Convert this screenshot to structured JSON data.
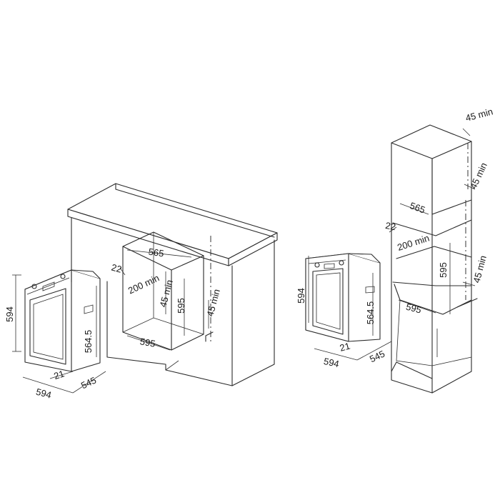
{
  "left_installation": {
    "oven_dimensions": {
      "height": "594",
      "width": "594",
      "depth": "545",
      "front_panel": "21",
      "body_height": "564.5"
    },
    "cabinet_cutout": {
      "width_top": "565",
      "rear_gap": "22",
      "clearance_200": "200 min",
      "clearance_45_inner": "45 min",
      "height": "595",
      "clearance_45_outer": "45 min",
      "width_bottom": "595"
    }
  },
  "right_installation": {
    "oven_dimensions": {
      "height": "594",
      "width": "594",
      "depth": "545",
      "front_panel": "21",
      "body_height": "564.5"
    },
    "column_cutout": {
      "clearance_top_45": "45 min",
      "clearance_back_45": "45 min",
      "width_top": "565",
      "rear_gap": "22",
      "clearance_200": "200 min",
      "height": "595",
      "clearance_side_45": "45 min",
      "width_bottom": "595"
    }
  }
}
